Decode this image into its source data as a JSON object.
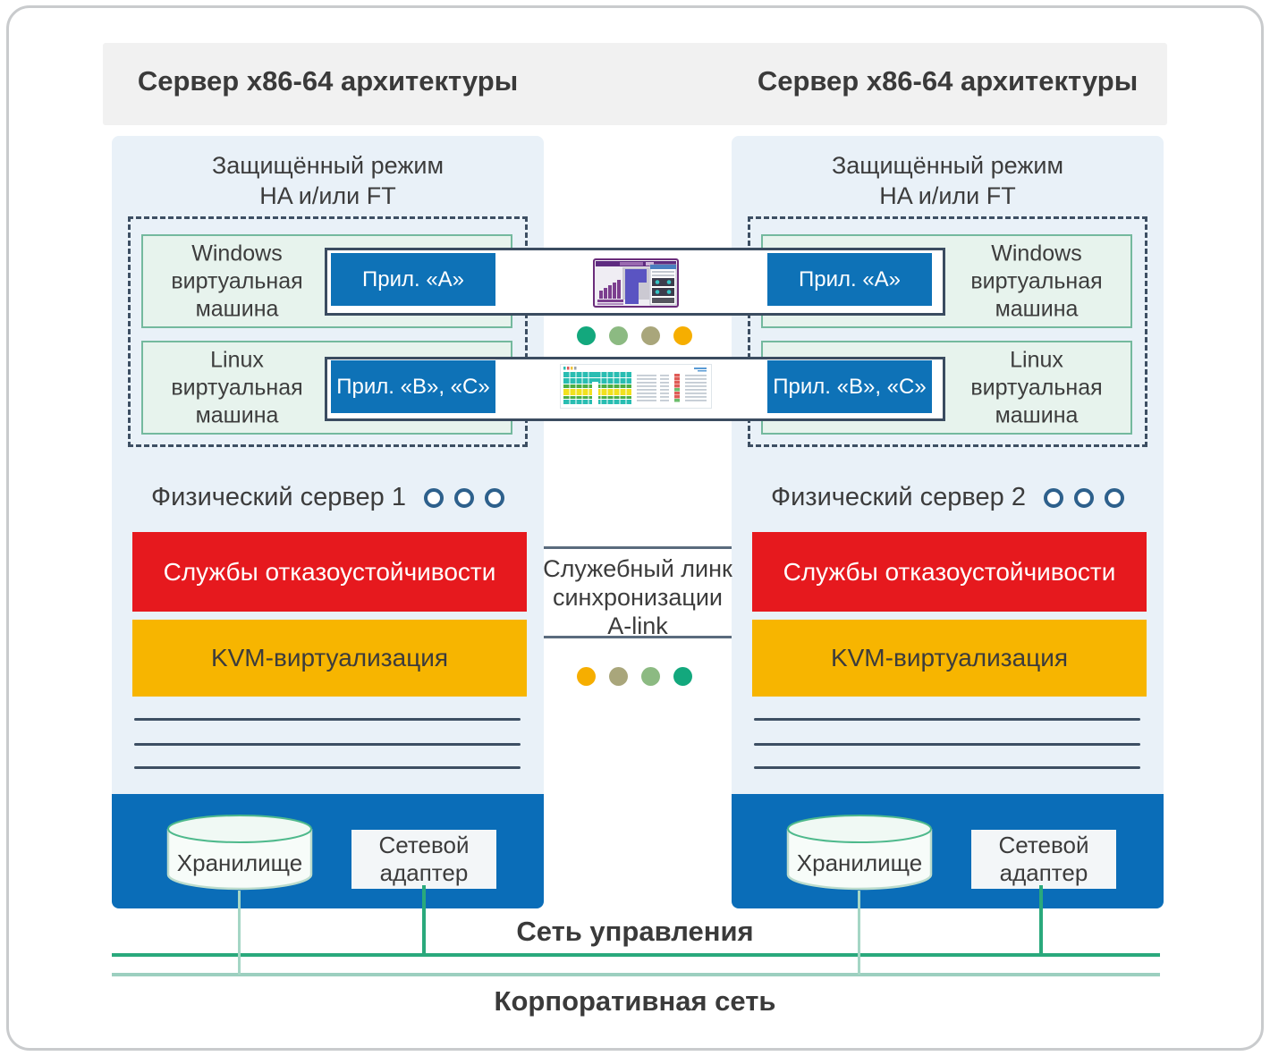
{
  "colors": {
    "panel_bg": "#e9f1f8",
    "header_bg": "#f1f1f1",
    "app_button_blue": "#0e72b7",
    "hardware_blue": "#0a6db8",
    "failover_red": "#e6191e",
    "kvm_yellow": "#f7b500",
    "vm_green_bg": "#e7f3ed",
    "vm_green_border": "#74b99e",
    "dashed_border": "#3d4f63",
    "management_net_green": "#2aa97c",
    "corporate_net_green": "#9ccfbf"
  },
  "servers": [
    {
      "header": "Сервер x86-64 архитектуры",
      "protected_mode": "Защищённый режим\nHA и/или FT",
      "vm_windows_label": "Windows\nвиртуальная\nмашина",
      "vm_linux_label": "Linux\nвиртуальная\nмашина",
      "app_a": "Прил. «А»",
      "app_bc": "Прил. «B», «C»",
      "physical_server": "Физический сервер 1",
      "failover_services": "Службы отказоустойчивости",
      "kvm": "KVM-виртуализация",
      "storage": "Хранилище",
      "network_adapter": "Сетевой\nадаптер"
    },
    {
      "header": "Сервер x86-64 архитектуры",
      "protected_mode": "Защищённый режим\nHA и/или FT",
      "vm_windows_label": "Windows\nвиртуальная\nмашина",
      "vm_linux_label": "Linux\nвиртуальная\nмашина",
      "app_a": "Прил. «А»",
      "app_bc": "Прил. «B», «C»",
      "physical_server": "Физический сервер 2",
      "failover_services": "Службы отказоустойчивости",
      "kvm": "KVM-виртуализация",
      "storage": "Хранилище",
      "network_adapter": "Сетевой\nадаптер"
    }
  ],
  "link": {
    "label": "Служебный линк\nсинхронизации\nA-link",
    "dots_top": [
      "#13a87d",
      "#8cba82",
      "#a9a67b",
      "#f6ae00"
    ],
    "dots_bottom": [
      "#f6ae00",
      "#a9a67b",
      "#8cba82",
      "#13a87d"
    ]
  },
  "networks": {
    "management": "Сеть управления",
    "corporate": "Корпоративная сеть"
  }
}
